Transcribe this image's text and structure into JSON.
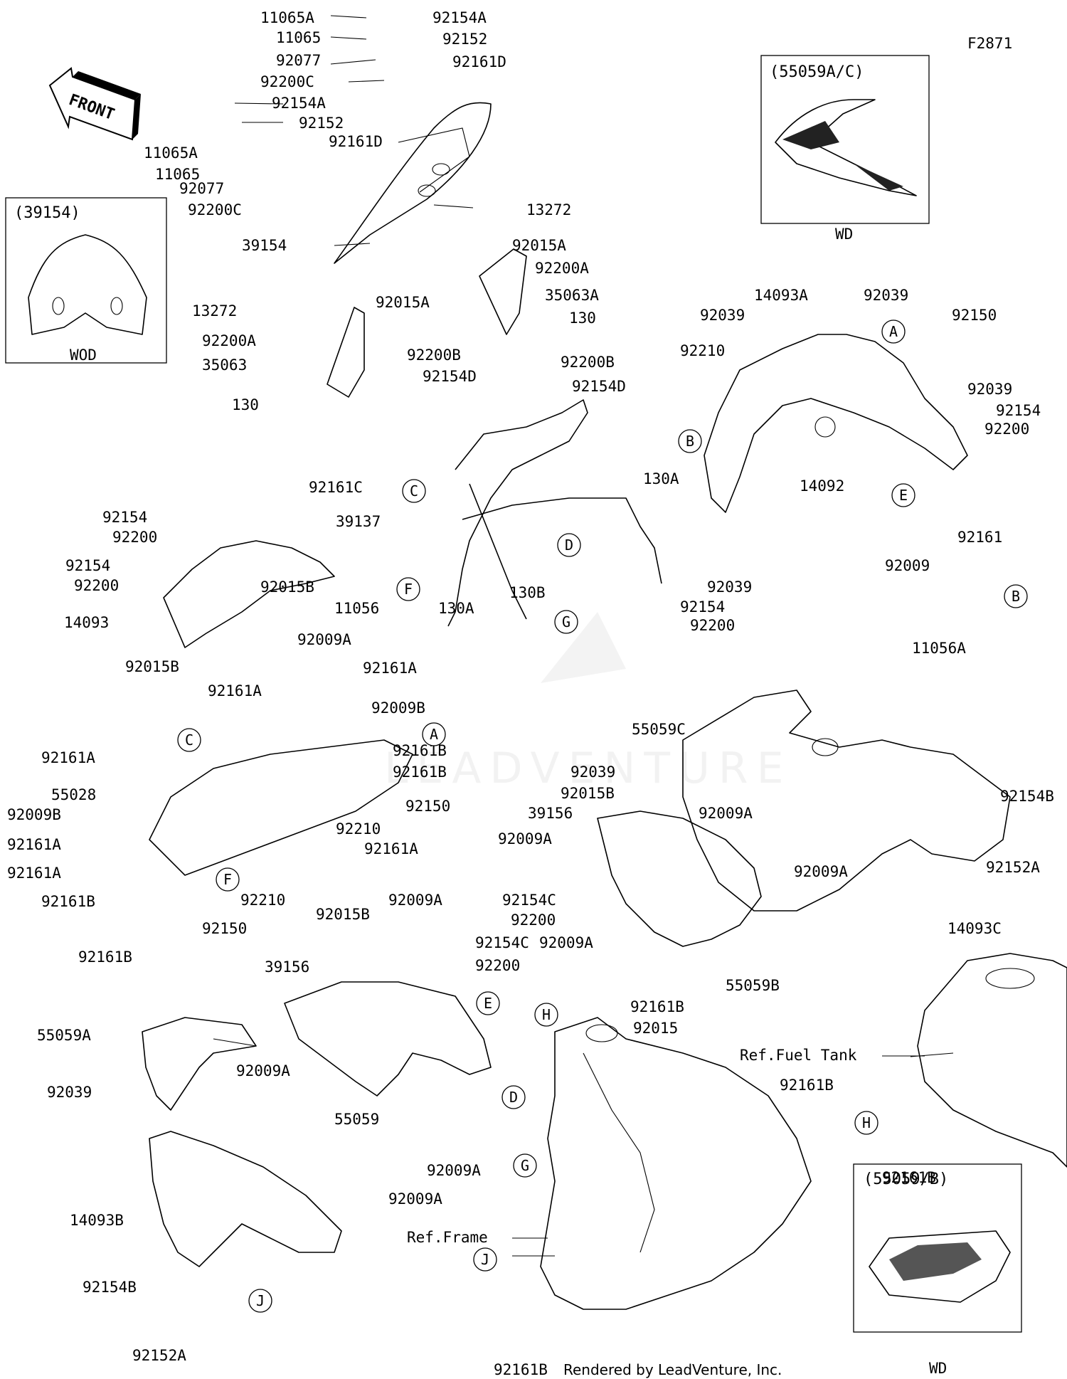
{
  "figure_id": "F2871",
  "credit": "Rendered by LeadVenture, Inc.",
  "watermark": "LEADVENTURE",
  "front_arrow": "FRONT",
  "insets": [
    {
      "title": "(39154)",
      "caption": "WOD"
    },
    {
      "title": "(55059A/C)",
      "caption": "WD"
    },
    {
      "title": "(55059/B)",
      "caption": "WD"
    }
  ],
  "references": [
    "Ref.Fuel Tank",
    "Ref.Frame"
  ],
  "callouts": [
    "A",
    "B",
    "C",
    "D",
    "E",
    "F",
    "G",
    "H",
    "J"
  ],
  "part_labels": [
    "11065A",
    "11065",
    "92077",
    "92200C",
    "92154A",
    "92152",
    "92161D",
    "92154A",
    "92152",
    "92161D",
    "11065A",
    "11065",
    "92077",
    "92200C",
    "39154",
    "13272",
    "92015A",
    "92200A",
    "35063A",
    "130",
    "13272",
    "92015A",
    "92200A",
    "35063",
    "92200B",
    "92154D",
    "92200B",
    "92154D",
    "130",
    "14093A",
    "92039",
    "92039",
    "92150",
    "92210",
    "92039",
    "92154",
    "92200",
    "14092",
    "39137",
    "130A",
    "130B",
    "130A",
    "92039",
    "92154",
    "92200",
    "92009",
    "92161",
    "11056A",
    "92161C",
    "92154",
    "92200",
    "92154",
    "92200",
    "92015B",
    "14093",
    "11056",
    "92009A",
    "92015B",
    "92161A",
    "92161A",
    "92009B",
    "92161B",
    "92161B",
    "92150",
    "92210",
    "92161A",
    "92210",
    "92150",
    "55028",
    "92161A",
    "92009B",
    "92161A",
    "92161A",
    "92161B",
    "92161B",
    "55059C",
    "92039",
    "92015B",
    "39156",
    "92009A",
    "92009A",
    "92154B",
    "92152A",
    "92154C",
    "92200",
    "92009A",
    "92009A",
    "14093C",
    "92161B",
    "55059B",
    "92015B",
    "92009A",
    "92154C",
    "92200",
    "39156",
    "55059A",
    "92039",
    "92009A",
    "55059",
    "92009A",
    "92015",
    "92161B",
    "92009A",
    "14093B",
    "92154B",
    "92152A",
    "92161B",
    "92161B"
  ]
}
